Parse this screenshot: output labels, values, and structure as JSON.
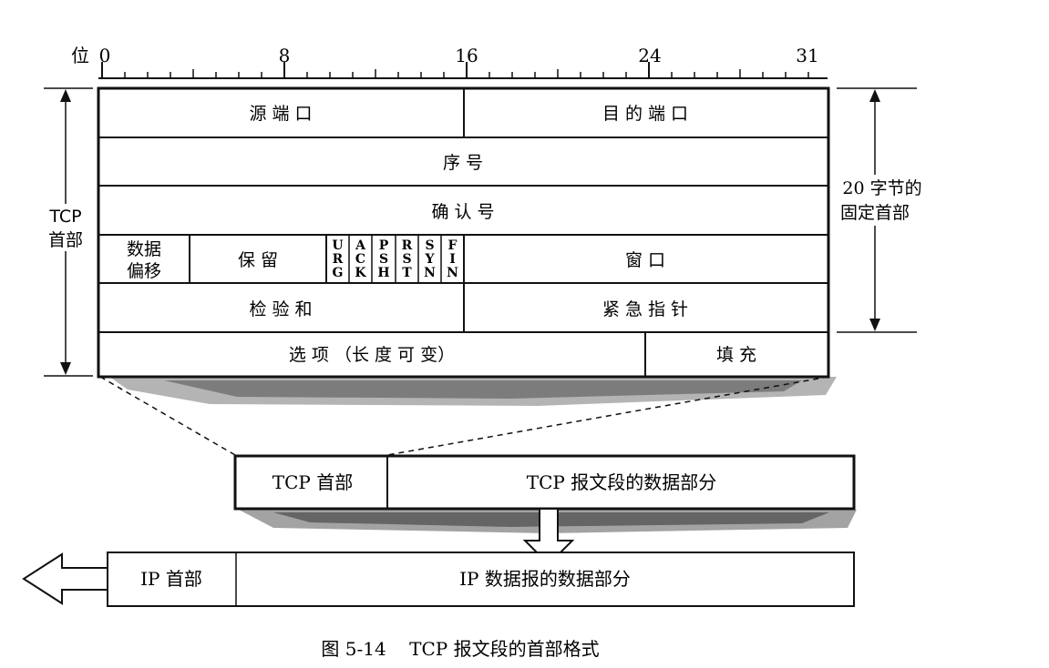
{
  "ruler": {
    "bit_label": "位",
    "ticks": [
      "0",
      "8",
      "16",
      "24",
      "31"
    ]
  },
  "header_fields": {
    "src_port": "源 端 口",
    "dst_port": "目 的 端 口",
    "seq": "序 号",
    "ack_num": "确 认 号",
    "data_offset_line1": "数据",
    "data_offset_line2": "偏移",
    "reserved": "保 留",
    "flags": [
      [
        "U",
        "R",
        "G"
      ],
      [
        "A",
        "C",
        "K"
      ],
      [
        "P",
        "S",
        "H"
      ],
      [
        "R",
        "S",
        "T"
      ],
      [
        "S",
        "Y",
        "N"
      ],
      [
        "F",
        "I",
        "N"
      ]
    ],
    "window": "窗 口",
    "checksum": "检 验 和",
    "urgent_ptr": "紧 急 指 针",
    "options": "选 项 （长 度 可 变）",
    "padding": "填 充"
  },
  "labels": {
    "tcp_header_left_1": "TCP",
    "tcp_header_left_2": "首部",
    "fixed_right_1": "20 字节的",
    "fixed_right_2": "固定首部"
  },
  "segment_bar": {
    "header": "TCP 首部",
    "data": "TCP 报文段的数据部分"
  },
  "ip_bar": {
    "header": "IP 首部",
    "data": "IP 数据报的数据部分"
  },
  "caption": "图 5-14    TCP 报文段的首部格式"
}
